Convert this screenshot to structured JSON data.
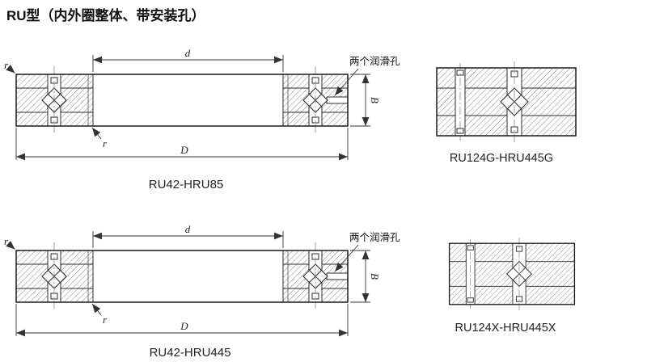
{
  "title": "RU型（内外圈整体、带安装孔）",
  "drawings": {
    "top_main": {
      "label": "RU42-HRU85",
      "annotation": "两个润滑孔",
      "dim_d": "d",
      "dim_D": "D",
      "dim_B": "B",
      "dim_r_outer": "r",
      "dim_r_inner": "r"
    },
    "top_detail": {
      "label": "RU124G-HRU445G"
    },
    "bottom_main": {
      "label": "RU42-HRU445",
      "annotation": "两个润滑孔",
      "dim_d": "d",
      "dim_D": "D",
      "dim_B": "B",
      "dim_r_outer": "r",
      "dim_r_inner": "r"
    },
    "bottom_detail": {
      "label": "RU124X-HRU445X"
    }
  }
}
